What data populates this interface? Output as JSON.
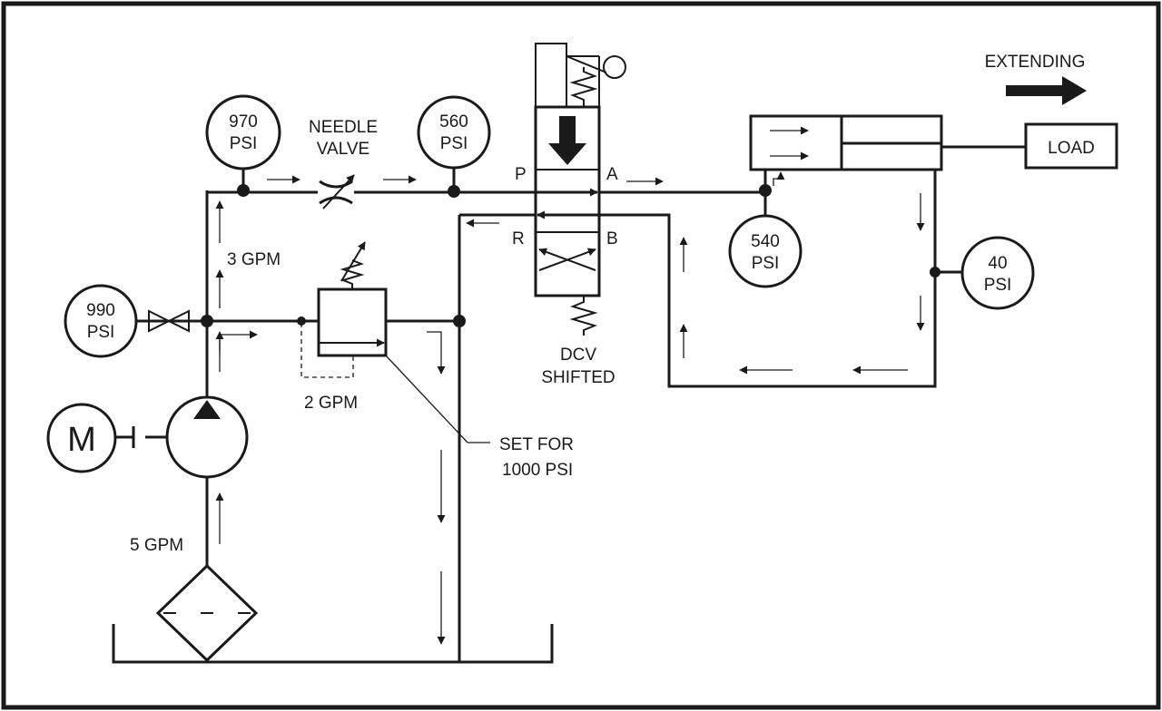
{
  "gauges": {
    "g990": {
      "value": "990",
      "unit": "PSI"
    },
    "g970": {
      "value": "970",
      "unit": "PSI"
    },
    "g560": {
      "value": "560",
      "unit": "PSI"
    },
    "g540": {
      "value": "540",
      "unit": "PSI"
    },
    "g40": {
      "value": "40",
      "unit": "PSI"
    }
  },
  "labels": {
    "needle_valve_1": "NEEDLE",
    "needle_valve_2": "VALVE",
    "flow_3gpm": "3 GPM",
    "flow_2gpm": "2 GPM",
    "flow_5gpm": "5 GPM",
    "relief_set_1": "SET FOR",
    "relief_set_2": "1000 PSI",
    "dcv_1": "DCV",
    "dcv_2": "SHIFTED",
    "extending": "EXTENDING",
    "load": "LOAD",
    "motor": "M",
    "port_p": "P",
    "port_a": "A",
    "port_r": "R",
    "port_b": "B"
  }
}
